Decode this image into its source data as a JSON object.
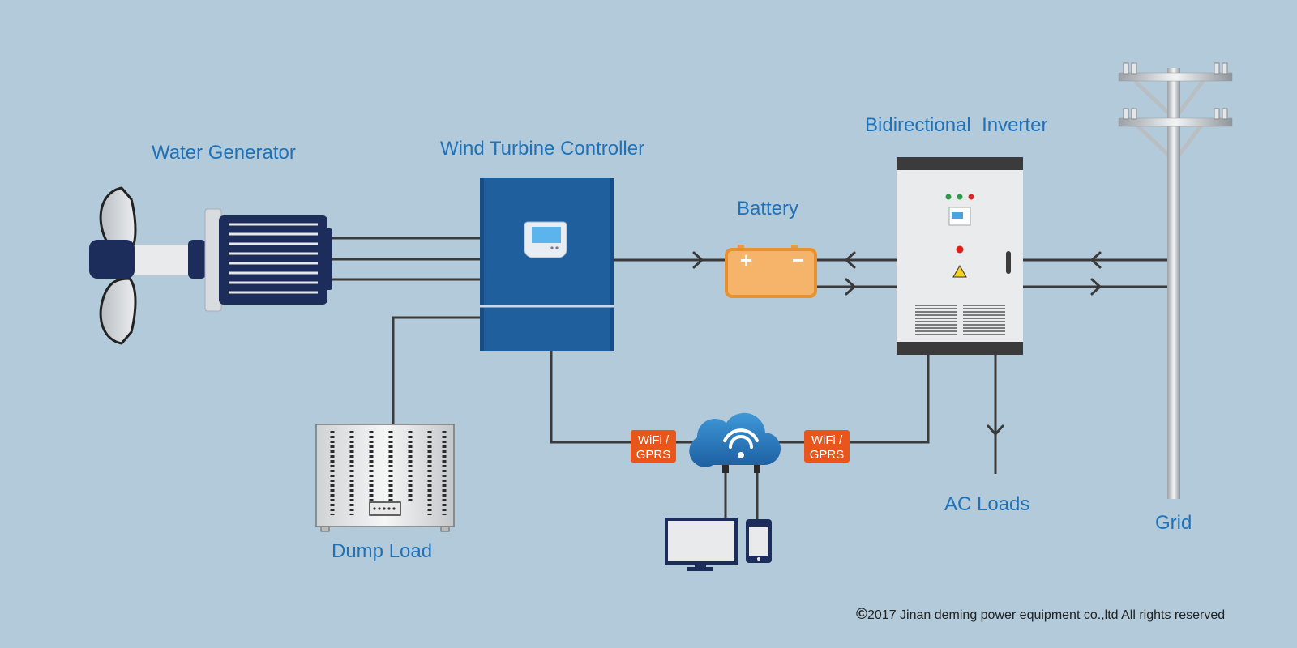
{
  "labels": {
    "water_generator": "Water Generator",
    "wind_turbine_controller": "Wind Turbine Controller",
    "battery": "Battery",
    "bidirectional_inverter": "Bidirectional  Inverter",
    "dump_load": "Dump Load",
    "ac_loads": "AC Loads",
    "grid": "Grid"
  },
  "wifi_badges": [
    {
      "line1": "WiFi /",
      "line2": "GPRS"
    },
    {
      "line1": "WiFi /",
      "line2": "GPRS"
    }
  ],
  "battery_terminals": {
    "positive": "+",
    "negative": "−"
  },
  "copyright": {
    "symbol": "©",
    "text": "2017 Jinan deming power equipment co.,ltd All rights reserved"
  },
  "colors": {
    "background": "#b2cad9",
    "label_blue": "#1f72b8",
    "controller_blue": "#1f5f9e",
    "battery_orange": "#f5b46a",
    "badge_orange": "#e8561c",
    "wire": "#3a3a3a",
    "generator_navy": "#1c2d5c"
  },
  "icons": {
    "generator": "water-generator-icon",
    "controller": "controller-icon",
    "battery": "battery-icon",
    "inverter": "inverter-icon",
    "grid": "utility-pole-icon",
    "dump_load": "dump-load-icon",
    "cloud": "wifi-cloud-icon",
    "monitor": "monitor-icon",
    "phone": "phone-icon",
    "warning": "warning-icon"
  }
}
